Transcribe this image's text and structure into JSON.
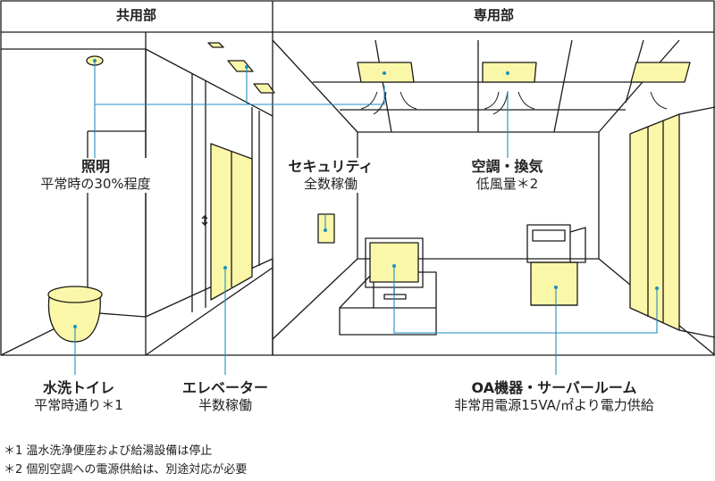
{
  "headers": {
    "common": "共用部",
    "private": "専用部"
  },
  "items": {
    "lighting": {
      "title": "照明",
      "desc": "平常時の30%程度"
    },
    "security": {
      "title": "セキュリティ",
      "desc": "全数稼働"
    },
    "aircon": {
      "title": "空調・換気",
      "desc": "低風量＊2"
    },
    "toilet": {
      "title": "水洗トイレ",
      "desc": "平常時通り＊1"
    },
    "elevator": {
      "title": "エレベーター",
      "desc": "半数稼働"
    },
    "oa": {
      "title": "OA機器・サーバールーム",
      "desc": "非常用電源15VA/㎡より電力供給"
    }
  },
  "notes": [
    "＊1 温水洗浄便座および給湯設備は停止",
    "＊2 個別空調への電源供給は、別途対応が必要"
  ],
  "colors": {
    "line": "#1a1a1a",
    "accent": "#1e8fbf",
    "highlight": "#fbf7a8"
  }
}
